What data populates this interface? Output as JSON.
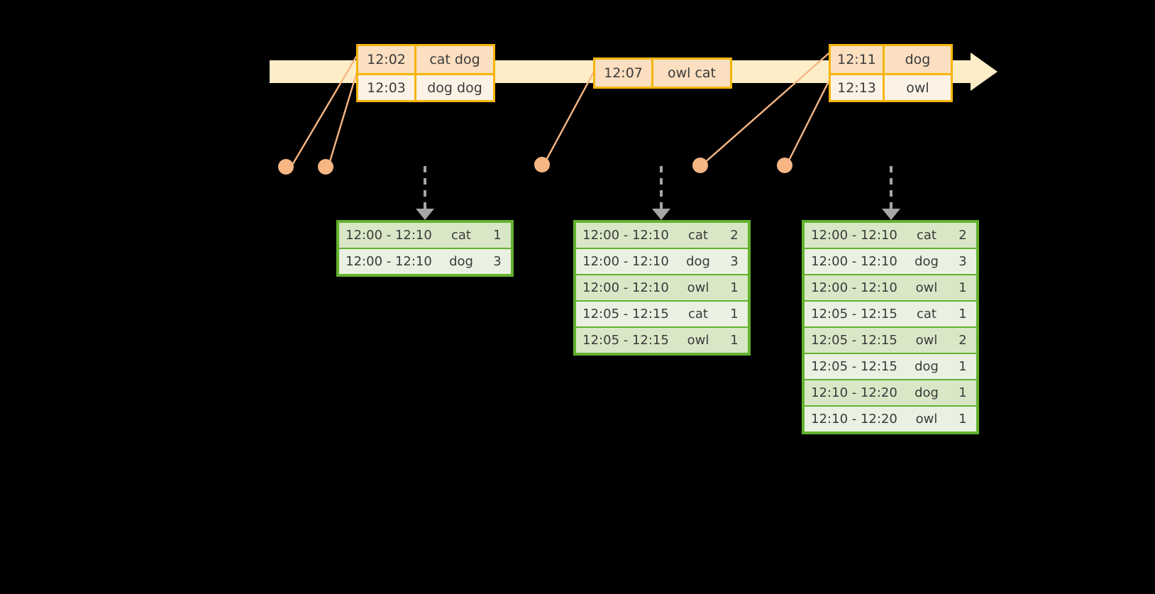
{
  "timeline": {
    "events": [
      {
        "id": "event-group-1",
        "rows": [
          {
            "time": "12:02",
            "value": "cat dog"
          },
          {
            "time": "12:03",
            "value": "dog dog"
          }
        ]
      },
      {
        "id": "event-group-2",
        "rows": [
          {
            "time": "12:07",
            "value": "owl cat"
          }
        ]
      },
      {
        "id": "event-group-3",
        "rows": [
          {
            "time": "12:11",
            "value": "dog"
          },
          {
            "time": "12:13",
            "value": "owl"
          }
        ]
      }
    ]
  },
  "tables": [
    {
      "id": "result-table-1",
      "rows": [
        {
          "window": "12:00 - 12:10",
          "key": "cat",
          "count": "1"
        },
        {
          "window": "12:00 - 12:10",
          "key": "dog",
          "count": "3"
        }
      ]
    },
    {
      "id": "result-table-2",
      "rows": [
        {
          "window": "12:00 - 12:10",
          "key": "cat",
          "count": "2"
        },
        {
          "window": "12:00 - 12:10",
          "key": "dog",
          "count": "3"
        },
        {
          "window": "12:00 - 12:10",
          "key": "owl",
          "count": "1"
        },
        {
          "window": "12:05 - 12:15",
          "key": "cat",
          "count": "1"
        },
        {
          "window": "12:05 - 12:15",
          "key": "owl",
          "count": "1"
        }
      ]
    },
    {
      "id": "result-table-3",
      "rows": [
        {
          "window": "12:00 - 12:10",
          "key": "cat",
          "count": "2"
        },
        {
          "window": "12:00 - 12:10",
          "key": "dog",
          "count": "3"
        },
        {
          "window": "12:00 - 12:10",
          "key": "owl",
          "count": "1"
        },
        {
          "window": "12:05 - 12:15",
          "key": "cat",
          "count": "1"
        },
        {
          "window": "12:05 - 12:15",
          "key": "owl",
          "count": "2"
        },
        {
          "window": "12:05 - 12:15",
          "key": "dog",
          "count": "1"
        },
        {
          "window": "12:10 - 12:20",
          "key": "dog",
          "count": "1"
        },
        {
          "window": "12:10 - 12:20",
          "key": "owl",
          "count": "1"
        }
      ]
    }
  ],
  "colors": {
    "timeline_bar": "#fdeec8",
    "event_border": "#f5b50a",
    "event_fill_dark": "#fbdfc0",
    "event_fill_light": "#fdf2e6",
    "connector": "#f7b684",
    "table_border": "#63b12f",
    "table_fill_dark": "#d9e7c7",
    "table_fill_light": "#eaf1e2",
    "arrow_grey": "#a6a6a6",
    "background": "#000000"
  }
}
